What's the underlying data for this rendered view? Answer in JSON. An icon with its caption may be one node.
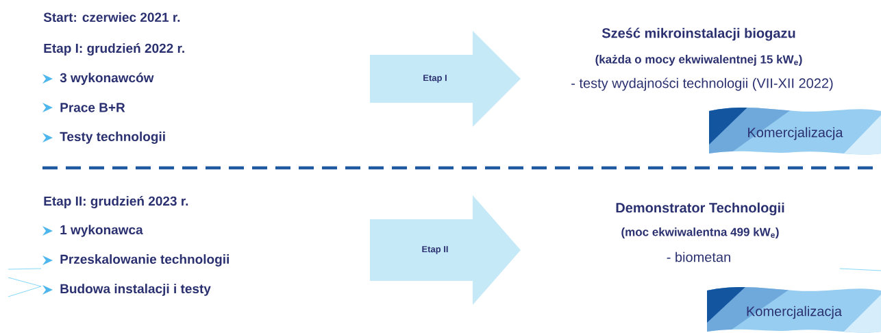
{
  "diagram": {
    "nodes": [
      {
        "text": [
          "Etap I"
        ]
      },
      {
        "text": [
          "Komercjalizacja"
        ]
      },
      {
        "text": [
          "Etap II"
        ]
      },
      {
        "text": [
          "Komercjalizacja"
        ]
      }
    ],
    "labels": [
      "Start: czerwiec 2021 r.",
      "Etap I: grudzień 2022 r.",
      "3 wykonawców",
      "Prace B+R",
      "Testy technologii",
      "Sześć mikroinstalacji biogazu",
      "(każda o mocy ekwiwalentnej 15 kW$_{e}$)",
      "- testy wydajności technologii (VII-XII 2022)",
      "Etap II: grudzień 2023 r.",
      "1 wykonawca",
      "Przeskalowanie technologii",
      "Budowa instalacji i testy",
      "Demonstrator Technologii",
      "(moc ekwiwalentna 499 kW$_{e}$)",
      "- biometan"
    ]
  }
}
